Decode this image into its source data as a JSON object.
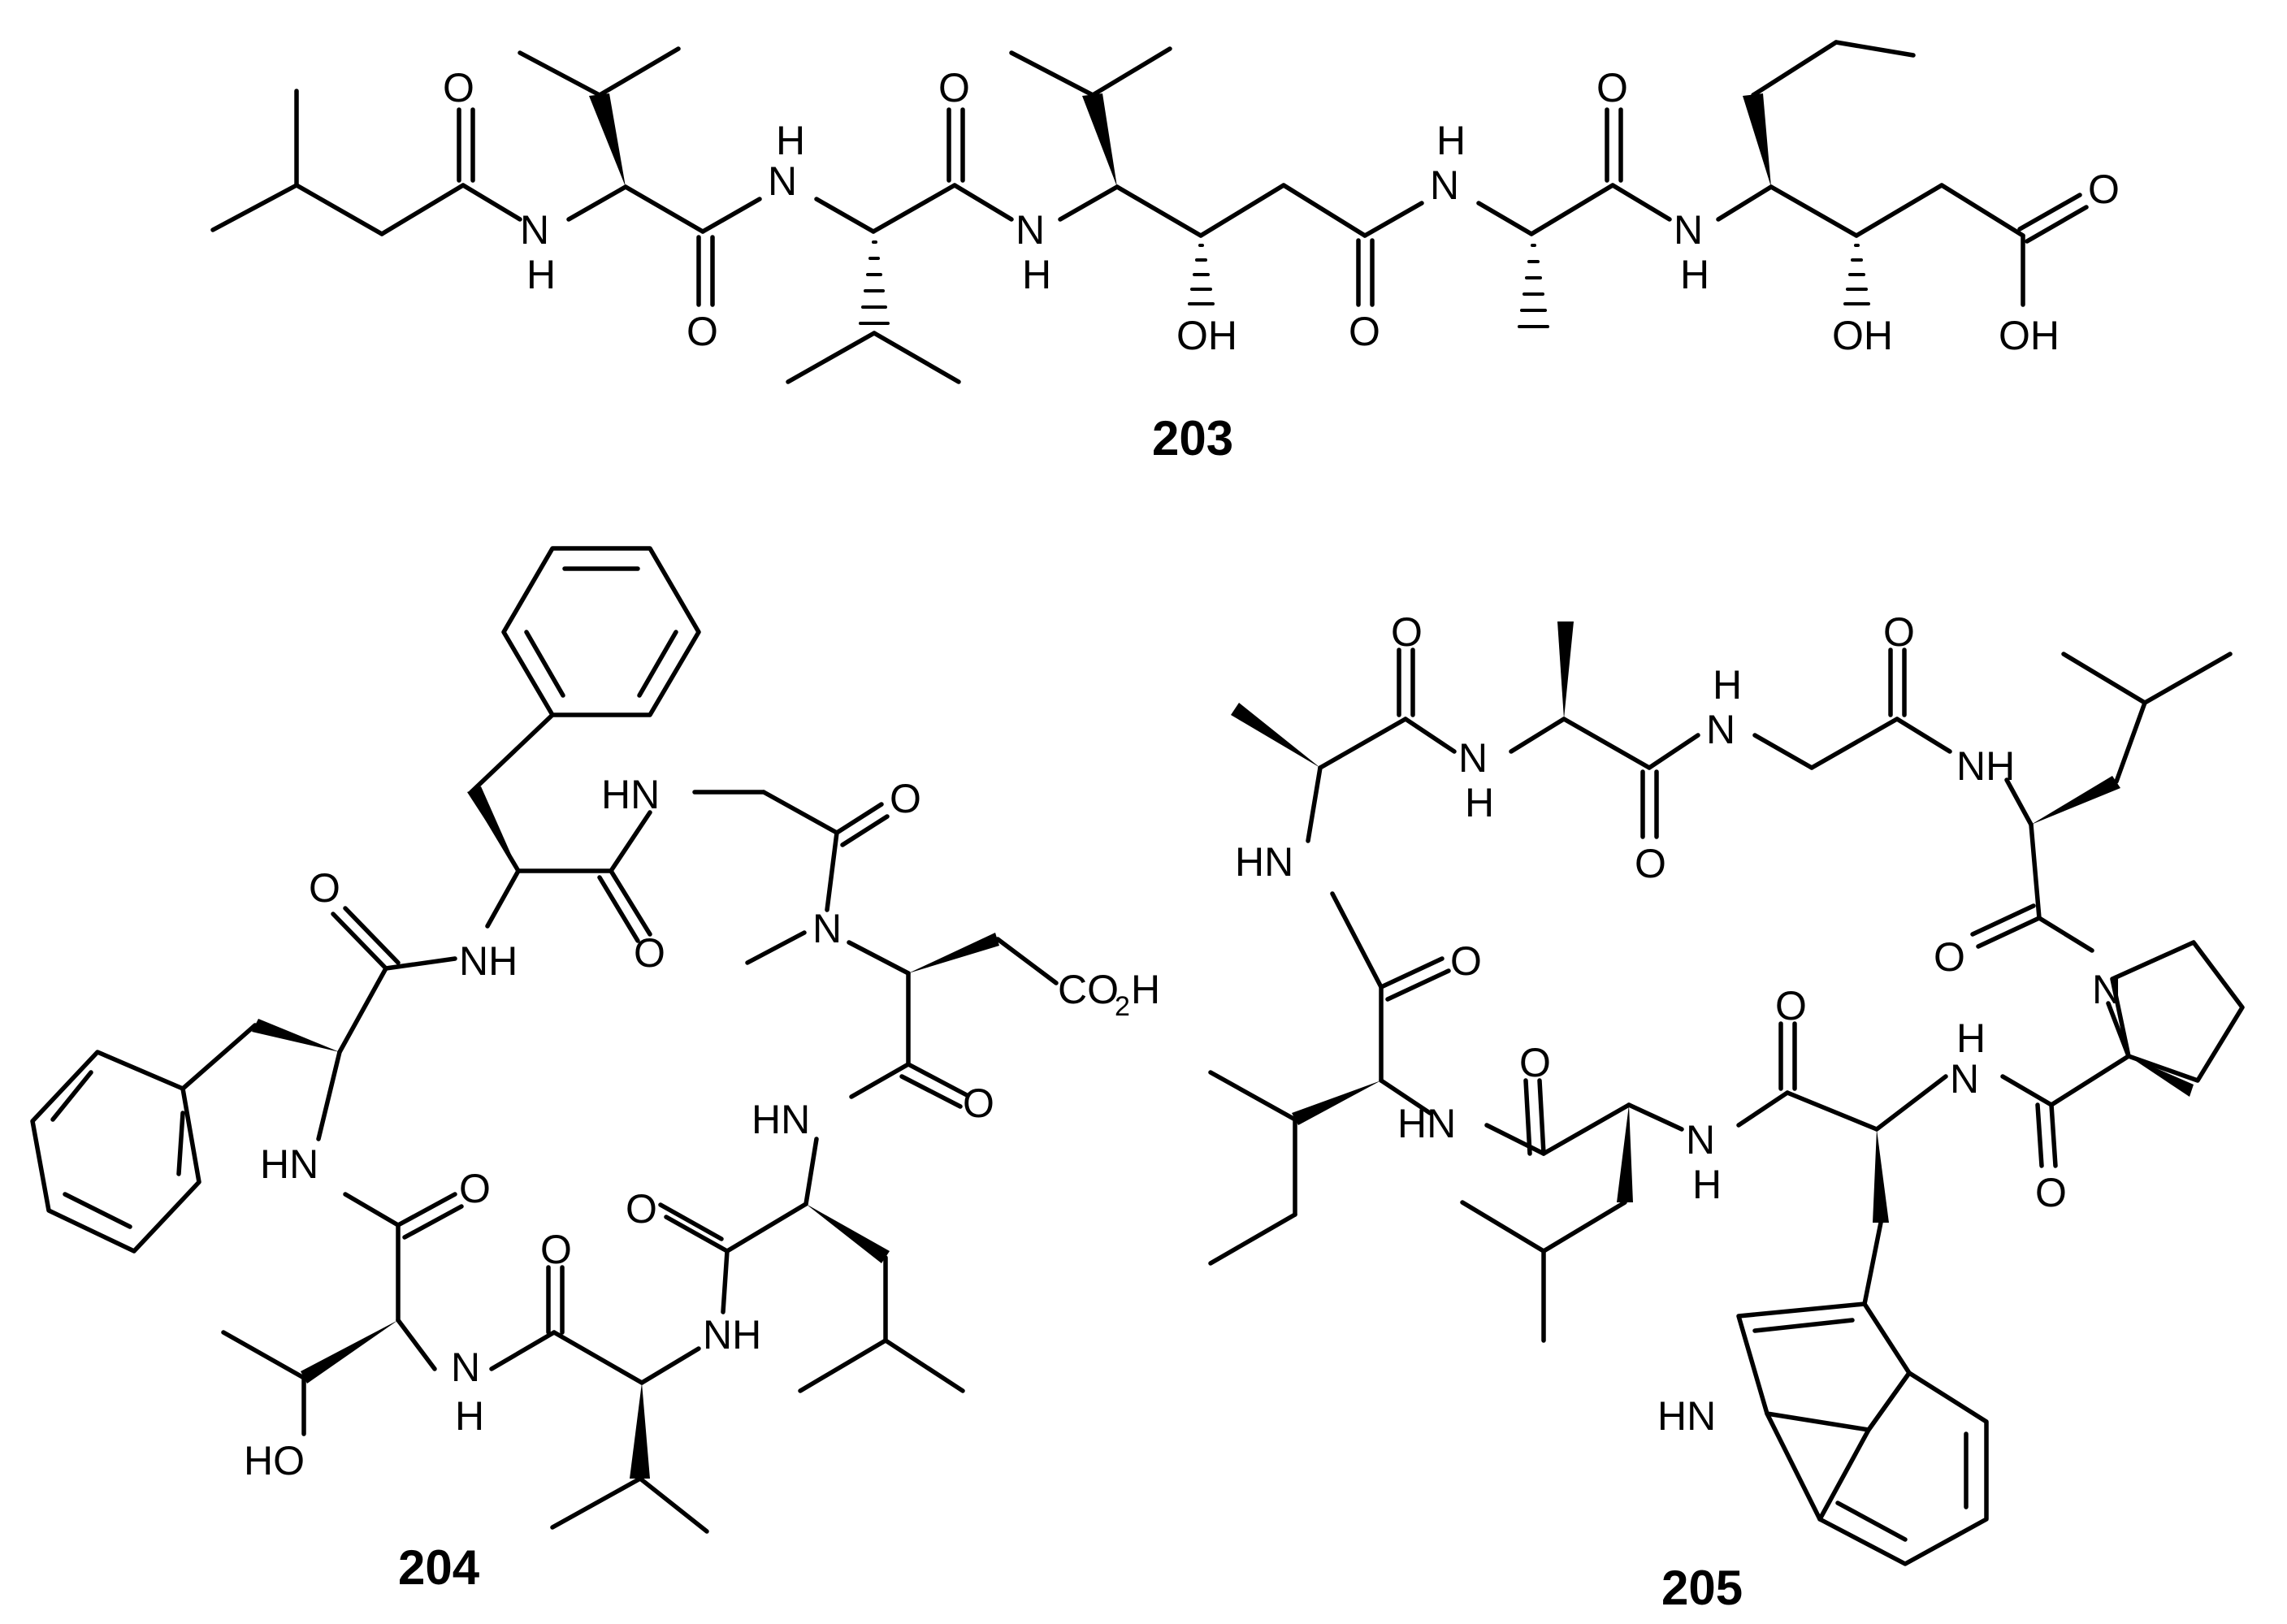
{
  "compounds": [
    {
      "label": "203",
      "atom_labels": {
        "o": "O",
        "nh": "NH",
        "h": "H",
        "n": "N",
        "oh": "OH"
      }
    },
    {
      "label": "204",
      "atom_labels": {
        "o": "O",
        "nh": "NH",
        "hn": "HN",
        "n": "N",
        "co2h": "CO",
        "co2h_sub": "2",
        "co2h_h": "H",
        "ho": "HO",
        "h": "H"
      }
    },
    {
      "label": "205",
      "atom_labels": {
        "o": "O",
        "nh": "NH",
        "hn": "HN",
        "n": "N",
        "h": "H"
      }
    }
  ]
}
